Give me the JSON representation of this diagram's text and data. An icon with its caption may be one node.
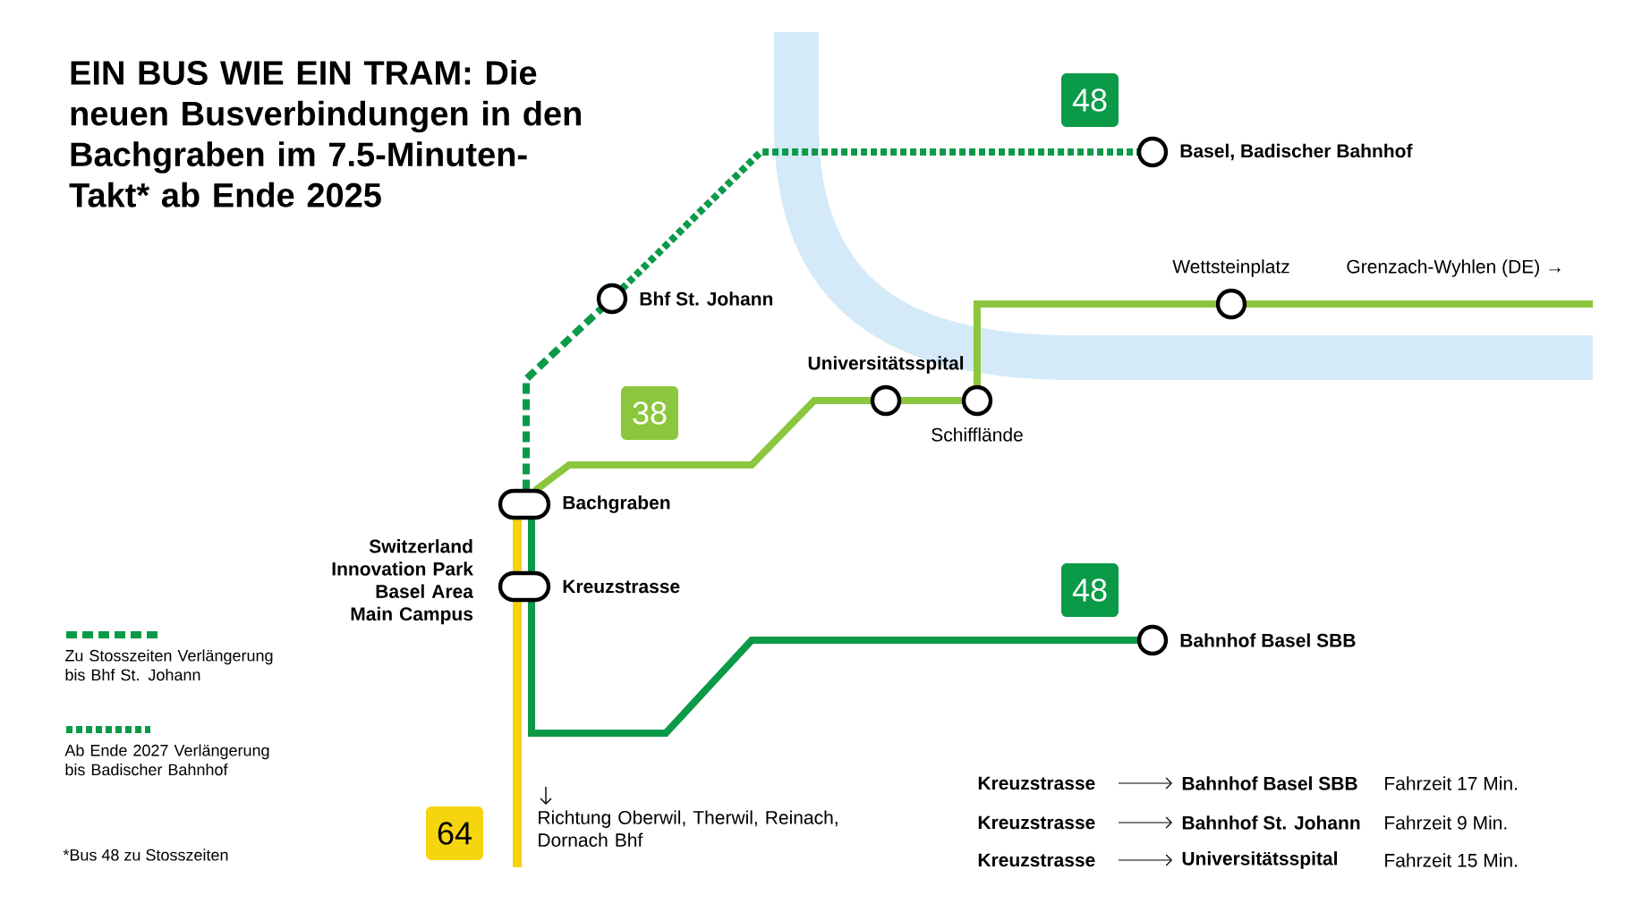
{
  "diagram": {
    "title": "EIN BUS WIE EIN TRAM: Die neuen Busverbindungen in den Bachgraben im 7.5-Minuten-Takt* ab Ende 2025",
    "nodes": [
      {
        "text": [
          "Basel, Badischer Bahnhof"
        ]
      },
      {
        "text": [
          "Bhf St. Johann"
        ]
      },
      {
        "text": [
          "Universitätsspital"
        ]
      },
      {
        "text": [
          "Schifflände"
        ]
      },
      {
        "text": [
          "Wettsteinplatz"
        ]
      },
      {
        "text": [
          "Bachgraben"
        ]
      },
      {
        "text": [
          "Kreuzstrasse"
        ],
        "beside": [
          "Switzerland Innovation Park Basel Area Main Campus"
        ]
      },
      {
        "text": [
          "Bahnhof Basel SBB"
        ]
      },
      {
        "text": [
          "48"
        ]
      },
      {
        "text": [
          "38"
        ]
      },
      {
        "text": [
          "48"
        ]
      },
      {
        "text": [
          "64"
        ]
      }
    ],
    "edges": [
      {
        "from": 5,
        "to": 1,
        "arrow": "none",
        "style": "dashed"
      },
      {
        "from": 1,
        "to": 0,
        "arrow": "none",
        "style": "dashed"
      },
      {
        "from": 5,
        "to": 2,
        "arrow": "none",
        "color": "#8cc63f"
      },
      {
        "from": 2,
        "to": 3,
        "arrow": "none",
        "color": "#8cc63f"
      },
      {
        "from": 3,
        "to": 4,
        "arrow": "none",
        "color": "#8cc63f"
      },
      {
        "from": 4,
        "to": null,
        "arrow": "none",
        "color": "#8cc63f"
      },
      {
        "from": 5,
        "to": 6,
        "arrow": "none"
      },
      {
        "from": 6,
        "to": 7,
        "arrow": "none"
      },
      {
        "from": 5,
        "to": 6,
        "arrow": "none",
        "color": "#f5d410"
      },
      {
        "from": 6,
        "to": null,
        "arrow": "none",
        "color": "#f5d410"
      }
    ],
    "labels": [
      "Grenzach-Wyhlen (DE) →",
      "Richtung Oberwil, Therwil, Reinach, Dornach Bhf",
      "Kreuzstrasse",
      "Bahnhof Basel SBB",
      "Fahrzeit 17 Min.",
      "Kreuzstrasse",
      "Bahnhof St. Johann",
      "Fahrzeit 9 Min.",
      "*Bus 48 zu Stosszeiten",
      "Kreuzstrasse",
      "Universitätsspital",
      "Fahrzeit 15 Min."
    ],
    "legend": [
      {
        "text": "Zu Stosszeiten Verlängerung bis Bhf St. Johann"
      },
      {
        "text": "Ab Ende 2027 Verlängerung bis Badischer Bahnhof"
      }
    ]
  }
}
